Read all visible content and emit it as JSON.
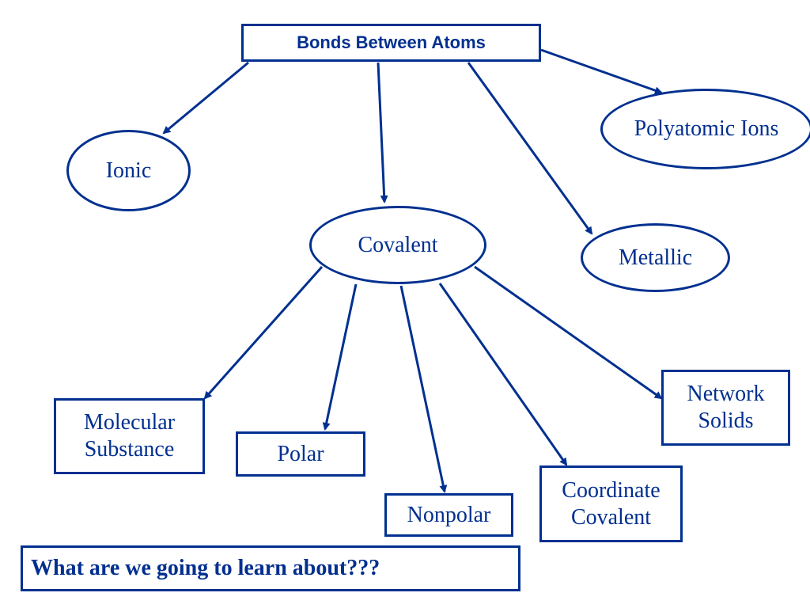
{
  "diagram": {
    "title": "Bonds Between Atoms",
    "nodes": {
      "ionic": "Ionic",
      "covalent": "Covalent",
      "metallic": "Metallic",
      "polyatomic": "Polyatomic Ions",
      "molecular_line1": "Molecular",
      "molecular_line2": "Substance",
      "polar": "Polar",
      "nonpolar": "Nonpolar",
      "coordinate_line1": "Coordinate",
      "coordinate_line2": "Covalent",
      "network_line1": "Network",
      "network_line2": "Solids"
    },
    "question": "What are we going to learn about???"
  },
  "colors": {
    "stroke": "#00308f",
    "text": "#002f8f",
    "background": "#ffffff"
  }
}
